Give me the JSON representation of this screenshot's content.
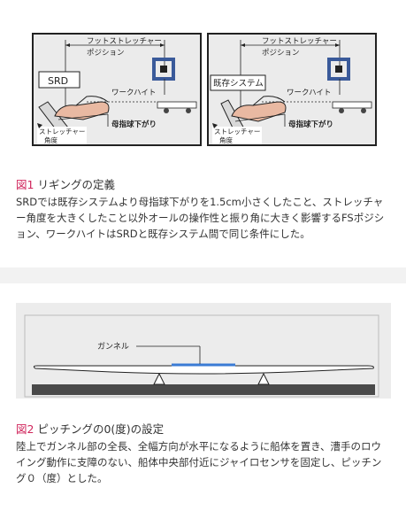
{
  "figure1": {
    "left_panel": {
      "fs_label_line1": "フットストレッチャー",
      "fs_label_line2": "ポジション",
      "system_label": "SRD",
      "work_height_label": "ワークハイト",
      "toe_drop_label": "母指球下がり",
      "stretcher_angle_line1": "ストレッチャー",
      "stretcher_angle_line2": "角度"
    },
    "right_panel": {
      "fs_label_line1": "フットストレッチャー",
      "fs_label_line2": "ポジション",
      "system_label": "既存システム",
      "work_height_label": "ワークハイト",
      "toe_drop_label": "母指球下がり",
      "stretcher_angle_line1": "ストレッチャー",
      "stretcher_angle_line2": "角度"
    },
    "caption_fig": "図1",
    "caption_title": "リギングの定義",
    "caption_body": "SRDでは既存システムより母指球下がりを1.5cm小さくしたこと、ストレッチャー角度を大きくしたこと以外オールの操作性と振り角に大きく影響するFSポジション、ワークハイトはSRDと既存システム間で同じ条件にした。"
  },
  "figure2": {
    "gunwale_label": "ガンネル",
    "caption_fig": "図2",
    "caption_title": "ピッチングの0(度)の設定",
    "caption_body": "陸上でガンネル部の全長、全幅方向が水平になるように船体を置き、漕手のロウイング動作に支障のない、船体中央部付近にジャイロセンサを固定し、ピッチング０（度）とした。"
  },
  "colors": {
    "figure_number": "#d0265c",
    "gunwale_highlight": "#3a7bd5",
    "foot_fill": "#e9b9a2",
    "pin_fill": "#3a5a9a"
  }
}
